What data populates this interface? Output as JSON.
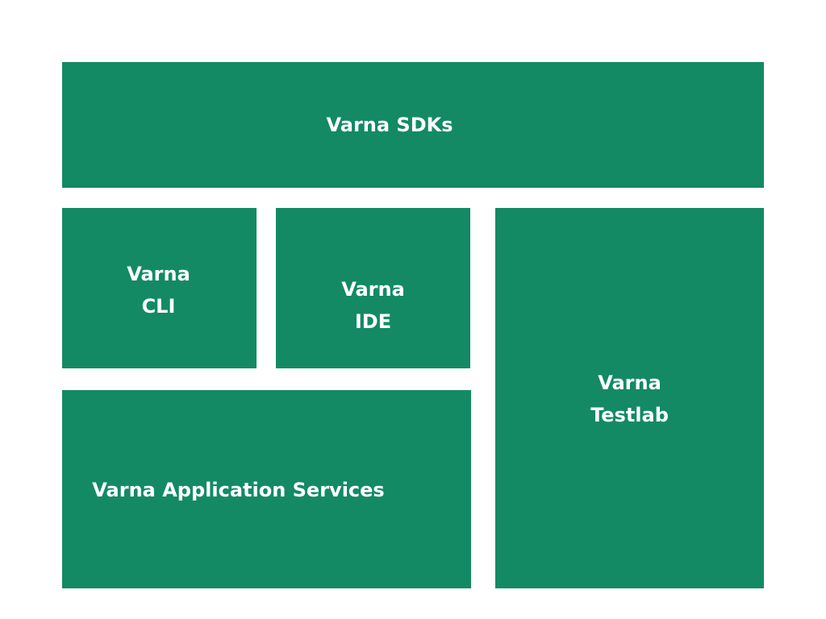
{
  "blocks": {
    "sdks": {
      "line1": "Varna SDKs"
    },
    "cli": {
      "line1": "Varna",
      "line2": "CLI"
    },
    "ide": {
      "line1": "Varna",
      "line2": "IDE"
    },
    "testlab": {
      "line1": "Varna",
      "line2": "Testlab"
    },
    "services": {
      "line1": "Varna Application Services"
    }
  },
  "colors": {
    "block_fill": "#138a64",
    "label_text": "#ffffff",
    "background": "#ffffff"
  }
}
